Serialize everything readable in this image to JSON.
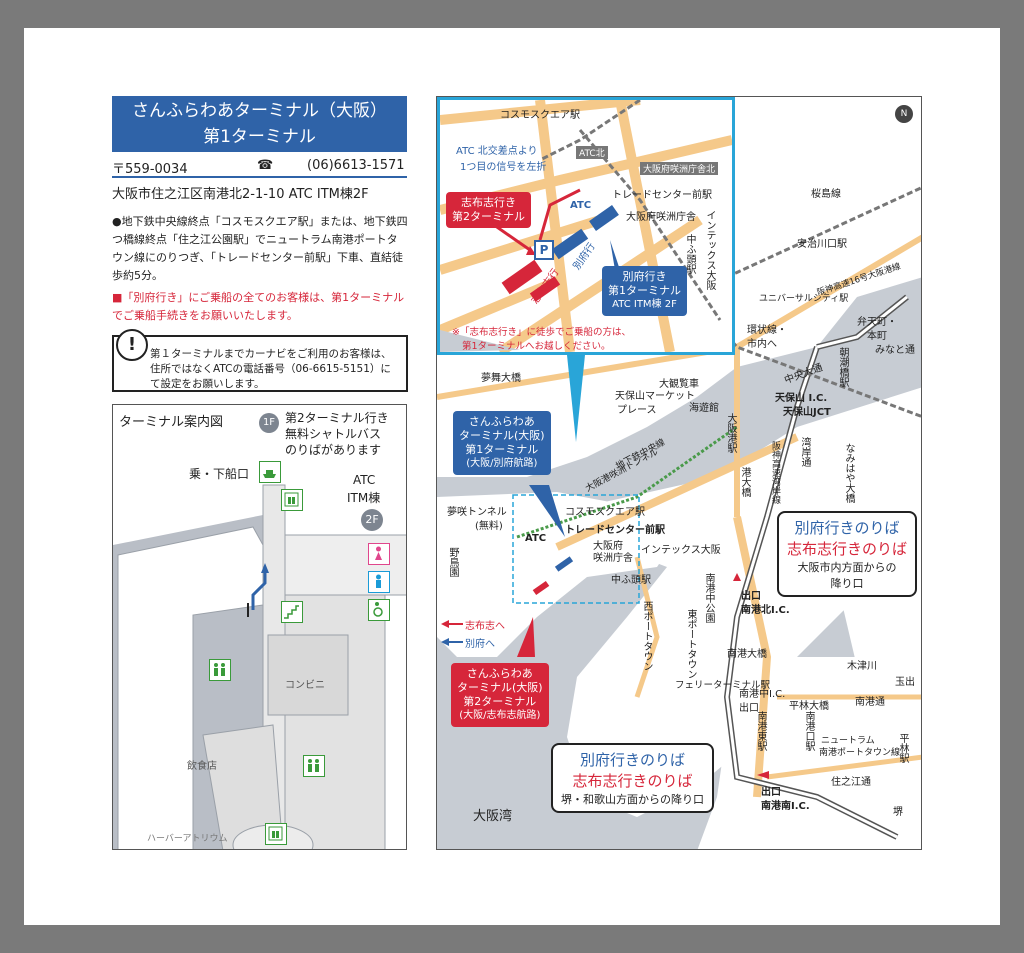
{
  "left": {
    "title_line1": "さんふらわあターミナル（大阪）",
    "title_line2": "第1ターミナル",
    "postal": "〒559-0034",
    "phone_icon": "☎",
    "phone": "(06)6613-1571",
    "address": "大阪市住之江区南港北2-1-10 ATC ITM棟2F",
    "note1": "●地下鉄中央線終点「コスモスクエア駅」または、地下鉄四つ橋線終点「住之江公園駅」でニュートラム南港ポートタウン線にのりつぎ、「トレードセンター前駅」下車、直結徒歩約5分。",
    "note2": "■「別府行き」にご乗船の全てのお客様は、第1ターミナルでご乗船手続きをお願いいたします。",
    "notice_mark": "!",
    "notice": "第１ターミナルまでカーナビをご利用のお客様は、住所ではなくATCの電話番号（06-6615-5151）にて設定をお願いします。"
  },
  "floor": {
    "title": "ターミナル案内図",
    "badge_1f": "1F",
    "shuttle_line1": "第2ターミナル行き",
    "shuttle_line2": "無料シャトルバス",
    "shuttle_line3": "のりばがあります",
    "boarding": "乗・下船口",
    "atc_line1": "ATC",
    "atc_line2": "ITM棟",
    "badge_2f": "2F",
    "convenience": "コンビニ",
    "restaurant": "飲食店",
    "harbor": "ハーバーアトリウム"
  },
  "inset": {
    "cosmo": "コスモスクエア駅",
    "atc_north_note1": "ATC 北交差点より",
    "atc_north_note2": "1つ目の信号を左折",
    "atc_north": "ATC北",
    "prefecture_office": "大阪府咲洲庁舎北",
    "trade_center": "トレードセンター前駅",
    "osaka_pref": "大阪府咲洲庁舎",
    "intex": "インテックス大阪",
    "nakafuto": "中ふ頭駅",
    "atc": "ATC",
    "parking": "P",
    "shibushi_term_1": "志布志行き",
    "shibushi_term_2": "第2ターミナル",
    "beppu_label": "別府行",
    "shibushi_label": "志布志行",
    "beppu_box_1": "別府行き",
    "beppu_box_2": "第1ターミナル",
    "beppu_box_3": "ATC ITM棟 2F",
    "footnote1": "※「志布志行き」に徒歩でご乗船の方は、",
    "footnote2": "第1ターミナルへお越しください。"
  },
  "map": {
    "north": "N",
    "sakura": "桜島線",
    "ajikawa": "安治川口駅",
    "usj": "ユニバーサルシティ駅",
    "hanshin16": "阪神高速16号大阪港線",
    "kanjo1": "環状線・",
    "kanjo2": "市内へ",
    "bentencho1": "弁天町・",
    "bentencho2": "本町",
    "minato": "みなと通",
    "chuo_ave": "中央大通",
    "asashiobashi": "朝潮橋駅",
    "yumemai": "夢舞大橋",
    "daikanransha": "大観覧車",
    "marketplace1": "天保山マーケット",
    "marketplace2": "プレース",
    "kaiyukan": "海遊館",
    "tempozan_ic": "天保山 I.C.",
    "tempozan_jct": "天保山JCT",
    "osakako": "大阪港駅",
    "ryuri": "港大橋",
    "sakishima_tunnel": "大阪港咲洲トンネル",
    "chikatetsu": "地下鉄中央線",
    "wangan": "阪神高速湾岸線",
    "minato_ave": "湾岸通",
    "naniwa": "なみはや大橋",
    "yumeshima_tunnel1": "夢咲トンネル",
    "yumeshima_tunnel2": "(無料)",
    "yumeshima_park": "野鳥園",
    "cosmo2": "コスモスクエア駅",
    "trade2": "トレードセンター前駅",
    "atc2": "ATC",
    "pref2_1": "大阪府",
    "pref2_2": "咲洲庁舎",
    "intex2": "インテックス大阪",
    "nakafuto2": "中ふ頭駅",
    "shibushi_arrow": "志布志へ",
    "beppu_arrow": "別府へ",
    "t1_1": "さんふらわあ",
    "t1_2": "ターミナル(大阪)",
    "t1_3": "第1ターミナル",
    "t1_4": "(大阪/別府航路)",
    "t2_1": "さんふらわあ",
    "t2_2": "ターミナル(大阪)",
    "t2_3": "第2ターミナル",
    "t2_4": "(大阪/志布志航路)",
    "nanko_kita_exit": "出口",
    "nanko_kita_ic": "南港北I.C.",
    "board1_1": "別府行きのりば",
    "board1_2": "志布志行きのりば",
    "board1_3": "大阪市内方面からの",
    "board1_4": "降り口",
    "west_pt": "西ポートタウン",
    "east_pt": "東ポートタウン",
    "nanko_park": "南港中公園",
    "nanko_ohashi": "南港大橋",
    "ferry": "フェリーターミナル駅",
    "nanko_naka_ic1": "南港中I.C.",
    "nanko_naka_ic2": "出口",
    "nanko_higashi": "南港東駅",
    "nanko_guchi": "南港口駅",
    "hirabayashi_bridge": "平林大橋",
    "hirabayashi": "平林駅",
    "kizugawa": "木津川",
    "tamade": "玉出",
    "nanko_dori": "南港通",
    "newtram1": "ニュートラム",
    "newtram2": "南港ポートタウン線",
    "suminoe": "住之江通",
    "board2_1": "別府行きのりば",
    "board2_2": "志布志行きのりば",
    "board2_3": "堺・和歌山方面からの降り口",
    "nanko_minami_exit": "出口",
    "nanko_minami_ic": "南港南I.C.",
    "sakai": "堺",
    "osaka_bay": "大阪湾"
  },
  "colors": {
    "brand_blue": "#2f63a8",
    "accent_red": "#d6263a",
    "water": "#c7ccd3",
    "land": "#ffffff",
    "road": "#f5c98a",
    "inset_border": "#29a5d8",
    "green_icon": "#3a9a3a",
    "pink_icon": "#e0468c",
    "cyan_icon": "#1a9bd7"
  }
}
